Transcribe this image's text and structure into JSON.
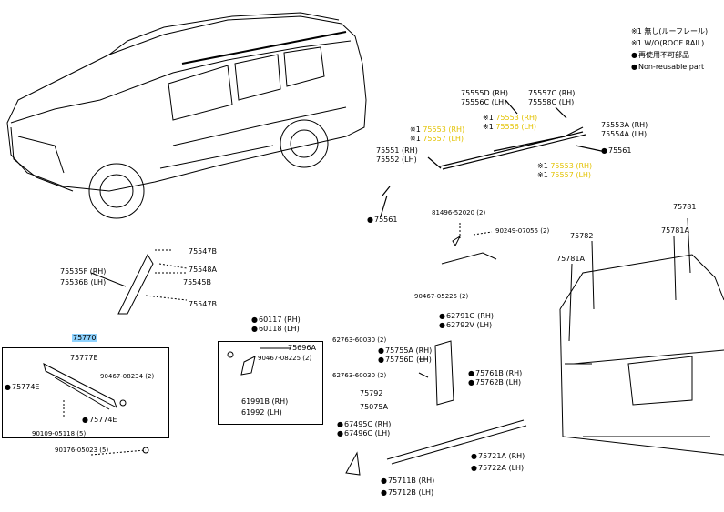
{
  "legend": {
    "line1": "※1  無し(ルーフレール)",
    "line2": "※1  W/O(ROOF RAIL)",
    "line3": "再使用不可部品",
    "line4": "Non-reusable part"
  },
  "parts": {
    "p75555D": "75555D (RH)",
    "p75556C": "75556C (LH)",
    "p75557C": "75557C (RH)",
    "p75558C": "75558C (LH)",
    "p75553A": "75553A (RH)",
    "p75554A": "75554A (LH)",
    "p75561a": "75561",
    "p75551": "75551 (RH)",
    "p75552": "75552 (LH)",
    "p75561b": "75561",
    "mark1": "※1",
    "mark2": "※1",
    "mark3": "※1",
    "mark4": "※1",
    "mark5": "※1",
    "mark6": "※1",
    "y1": "75553 (RH)",
    "y2": "75557 (LH)",
    "y3": "75553 (RH)",
    "y4": "75556 (LH)",
    "y5": "75553 (RH)",
    "y6": "75557 (LH)",
    "p81496": "81496-52020 (2)",
    "p90249": "90249-07055 (2)",
    "p90467a": "90467-05225 (2)",
    "p62791G": "62791G (RH)",
    "p62792V": "62792V (LH)",
    "p75547a": "75547B",
    "p75548A": "75548A",
    "p75545B": "75545B",
    "p75547b": "75547B",
    "p75535F": "75535F (RH)",
    "p75536B": "75536B (LH)",
    "p60117": "60117 (RH)",
    "p60118": "60118 (LH)",
    "p75696A": "75696A",
    "p90467b": "90467-08225 (2)",
    "p61991B": "61991B (RH)",
    "p61992": "61992 (LH)",
    "p75770": "75770",
    "p75777E": "75777E",
    "p75774Ea": "75774E",
    "p90467c": "90467-08234 (2)",
    "p75774Eb": "75774E",
    "p90109": "90109-05118 (5)",
    "p90176": "90176-05023 (5)",
    "p62763a": "62763-60030 (2)",
    "p75755A": "75755A (RH)",
    "p75756D": "75756D (LH)",
    "p62763b": "62763-60030 (2)",
    "p75792": "75792",
    "p75075A": "75075A",
    "p75761B": "75761B (RH)",
    "p75762B": "75762B (LH)",
    "p67495C": "67495C (RH)",
    "p67496C": "67496C (LH)",
    "p75721A": "75721A (RH)",
    "p75722A": "75722A (LH)",
    "p75711B": "75711B (RH)",
    "p75712B": "75712B (LH)",
    "p75781": "75781",
    "p75782": "75782",
    "p75781Aa": "75781A",
    "p75781Ab": "75781A"
  }
}
